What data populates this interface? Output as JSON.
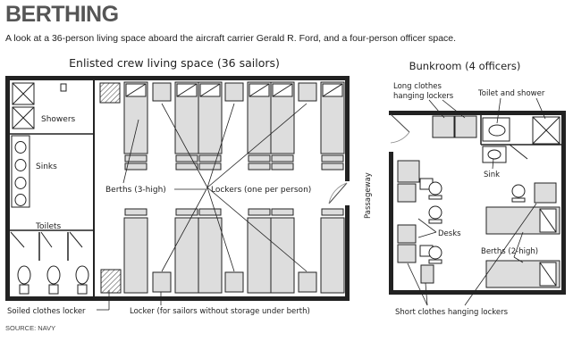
{
  "title": "BERTHING",
  "subtitle": "A look at a 36-person living space aboard the aircraft carrier Gerald R. Ford, and a four-person officer space.",
  "source": "SOURCE: NAVY",
  "enlisted": {
    "heading": "Enlisted crew living space (36 sailors)",
    "showers": "Showers",
    "sinks": "Sinks",
    "toilets": "Toilets",
    "berths": "Berths (3-high)",
    "lockers": "Lockers (one per person)",
    "soiled_locker": "Soiled clothes locker",
    "locker_no_storage": "Locker (for sailors without storage under berth)"
  },
  "passageway": "Passageway",
  "officer": {
    "heading": "Bunkroom (4 officers)",
    "long_lockers_line1": "Long clothes",
    "long_lockers_line2": "hanging lockers",
    "toilet_shower": "Toilet and shower",
    "sink": "Sink",
    "desks": "Desks",
    "berths": "Berths (2-high)",
    "short_lockers": "Short clothes hanging lockers"
  }
}
